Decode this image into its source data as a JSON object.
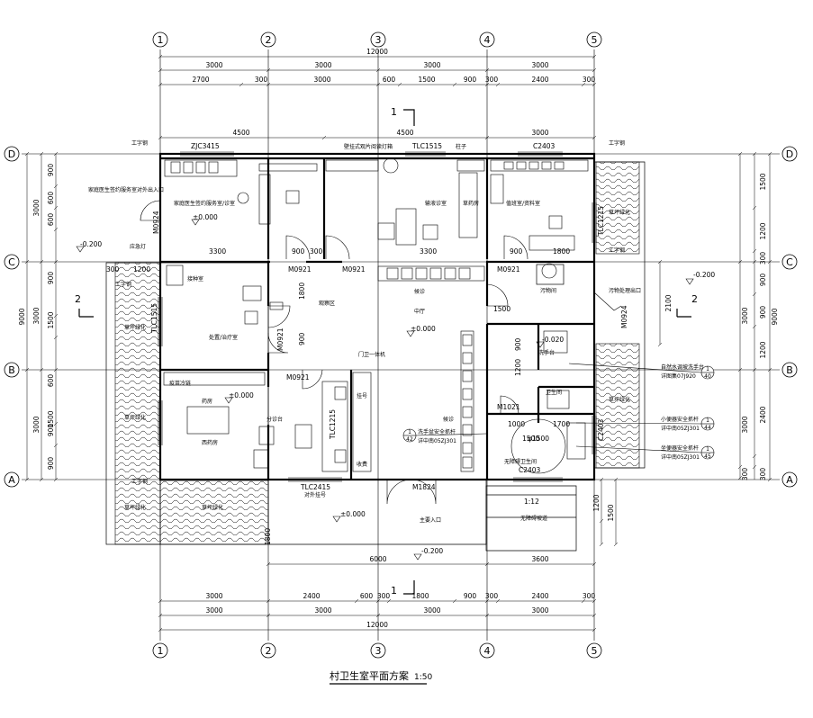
{
  "axes": {
    "columns": [
      "1",
      "2",
      "3",
      "4",
      "5"
    ],
    "rows": [
      "D",
      "C",
      "B",
      "A"
    ]
  },
  "dims": {
    "top_total": "12000",
    "top_row1": [
      "3000",
      "3000",
      "3000",
      "3000"
    ],
    "top_row2": [
      "2700",
      "300",
      "3000",
      "600",
      "1500",
      "900",
      "300",
      "2400",
      "300"
    ],
    "top_row3": [
      "4500",
      "4500",
      "3000"
    ],
    "bottom_row1": [
      "6000",
      "3600"
    ],
    "bottom_row2": [
      "3000",
      "2400",
      "600",
      "300",
      "1800",
      "900",
      "300",
      "2400",
      "300"
    ],
    "bottom_row3": [
      "3000",
      "3000",
      "3000",
      "3000"
    ],
    "bottom_total": "12000",
    "left_total": "9000",
    "left_mid": [
      "3000",
      "3000",
      "3000"
    ],
    "left_inner": [
      "900",
      "600",
      "600",
      "900",
      "1500",
      "600",
      "900",
      "1500",
      "900"
    ],
    "right_total": "9000",
    "right_mid": [
      "1500",
      "1200",
      "300",
      "900",
      "900",
      "1200",
      "2400",
      "300"
    ],
    "right_inner": [
      "2100",
      "3000",
      "3000",
      "300"
    ],
    "ramp_dims": [
      "1200",
      "1500"
    ]
  },
  "section_marks": {
    "top": "1",
    "bottom": "1",
    "left": "2",
    "right": "2"
  },
  "levels": {
    "room_a": "±0.000",
    "lobby": "±0.000",
    "treat": "±0.000",
    "outside": "±0.000",
    "west": "-0.200",
    "east": "-0.200",
    "south": "-0.200",
    "wash": "-0.020"
  },
  "labels": {
    "guard": "工字钢",
    "guard2": "工字钢",
    "guard3": "工字钢",
    "guard4": "工字钢",
    "guard5": "工字钢",
    "door_zjc": "ZJC3415",
    "shelf": "壁挂式观片阅读灯箱",
    "tlc1515": "TLC1515",
    "zhuzi": "柱子",
    "c2403_top": "C2403",
    "room_dir_sign": "家庭医生签约服务室对外出入口",
    "room_family": "家庭医生签约服务室/诊室",
    "room_consult": "输液诊室",
    "room_herb": "草药房",
    "room_duty": "值班室/资料室",
    "room_vacc": "接种室",
    "room_medical": "观察区",
    "room_hall": "中厅",
    "room_treat": "处置/治疗室",
    "room_dispense": "药房",
    "room_west": "西药房",
    "room_rest": "无障碍卫生间",
    "room_wash": "洗手台",
    "room_toilet": "卫生间",
    "room_dirt": "污物间",
    "room_dirt_exit": "污物处理出口",
    "room_reg": "挂号",
    "room_cash": "收费",
    "room_fee": "门卫一体机",
    "room_waiting": "候诊",
    "room_triage": "分诊台",
    "room_chair": "候诊",
    "door_m0921_a": "M0921",
    "door_m0921_b": "M0921",
    "door_m0921_c": "M0921",
    "door_m0921_d": "M0921",
    "door_m0921_e": "M0921",
    "door_m1824": "M1824",
    "door_m1021": "M1021",
    "door_m0924": "M0924",
    "door_m0924_r": "M0924",
    "win_tlc1515": "TLC1515",
    "win_tlc1215": "TLC1215",
    "win_tlc2415": "TLC2415",
    "win_tlc1215_r": "TLC1215",
    "win_c2403": "C2403",
    "win_c2403_b": "C2403",
    "entrance": "主要入口",
    "out_reg": "对外挂号",
    "ramp": "无障碍坡道",
    "ramp_slope": "1:12",
    "dia": "φ1500",
    "grass": "草坪绿化",
    "door_sign": "疫苗冷链",
    "lamp": "应急灯",
    "callout1_n": "1",
    "callout1_d": "42",
    "callout1_t": "洗手盆安全抓杆",
    "callout1_s": "详中南05ZJ301",
    "callout2_n": "1",
    "callout2_d": "40",
    "callout2_t": "自然水调坡洗手台",
    "callout2_s": "详图集07J920",
    "callout3_n": "1",
    "callout3_d": "44",
    "callout3_t": "小便器安全抓杆",
    "callout3_s": "详中南05ZJ301",
    "callout4_n": "1",
    "callout4_d": "45",
    "callout4_t": "坐便器安全抓杆",
    "callout4_s": "详中南05ZJ301",
    "dim_3300_a": "3300",
    "dim_900_a": "900",
    "dim_3300_b": "3300",
    "dim_900_b": "900",
    "dim_1800_a": "1800",
    "dim_300_a": "300",
    "dim_1200_a": "1200",
    "dim_1500_a": "1500",
    "dim_1500_b": "1500",
    "dim_1000": "1000",
    "dim_1700": "1700",
    "dim_1800_b": "1800",
    "dim_900_c": "900",
    "dim_300_b": "300",
    "dim_1800_c": "1800",
    "dim_900_d": "900",
    "dim_1200_b": "1200"
  },
  "title": {
    "text": "村卫生室平面方案",
    "scale": "1:50"
  }
}
